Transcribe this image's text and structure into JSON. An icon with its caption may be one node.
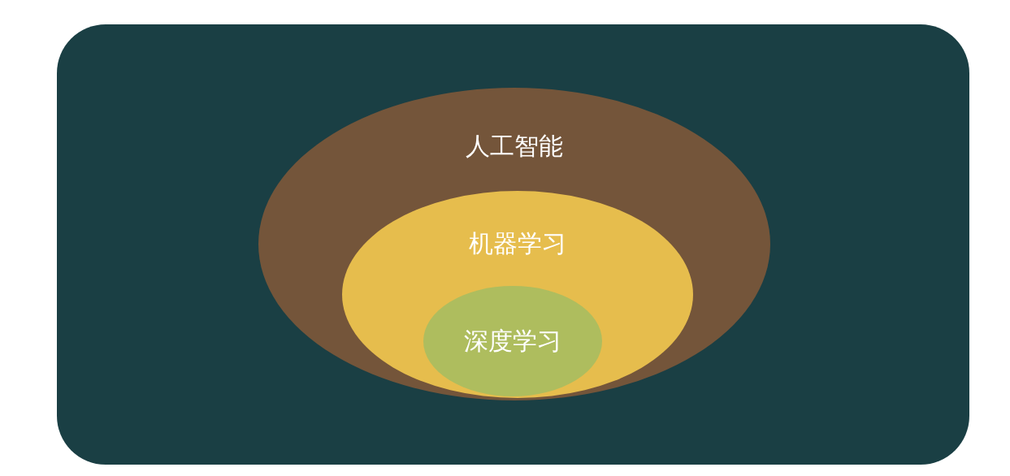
{
  "diagram": {
    "nodes": [
      {
        "text": [
          "人工智能"
        ]
      },
      {
        "text": [
          "机器学习"
        ],
        "in": 0
      },
      {
        "text": [
          "深度学习"
        ],
        "in": 1
      }
    ]
  }
}
